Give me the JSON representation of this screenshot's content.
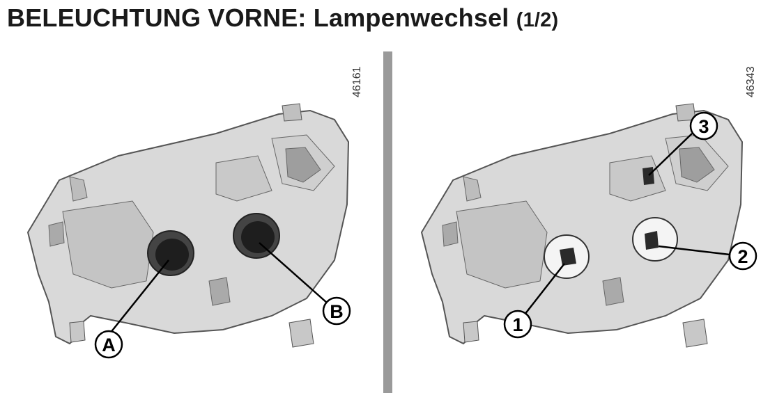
{
  "page": {
    "title_main": "BELEUCHTUNG VORNE: Lampenwechsel",
    "title_sub": "(1/2)"
  },
  "figures": [
    {
      "id": "46161",
      "callouts": [
        "A",
        "B"
      ]
    },
    {
      "id": "46343",
      "callouts": [
        "1",
        "2",
        "3"
      ]
    }
  ],
  "colors": {
    "housing_fill": "#d7d7d7",
    "housing_dark": "#7a7a7a",
    "cap": "#1e1e1e",
    "divider": "#9a9a9a"
  }
}
